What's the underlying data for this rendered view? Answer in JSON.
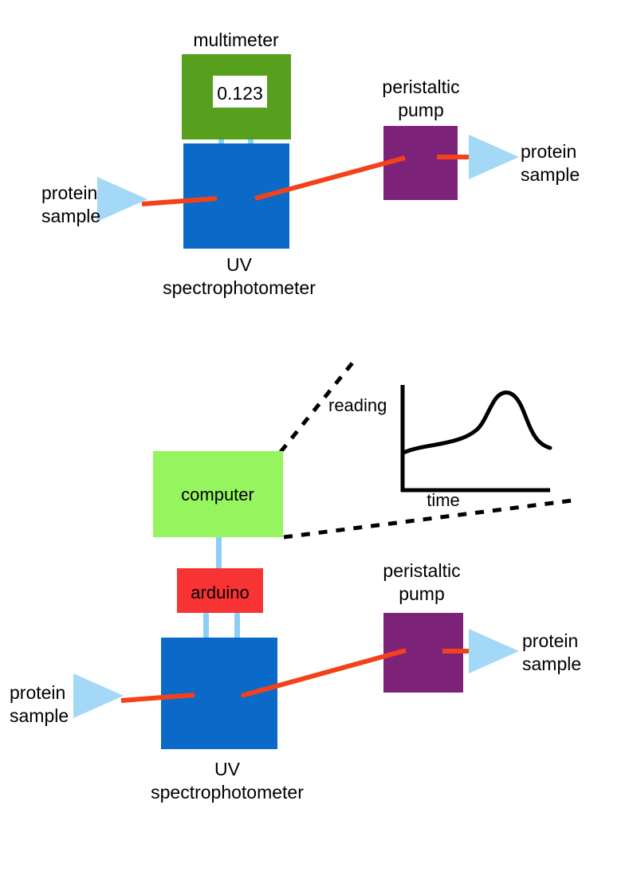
{
  "figure": {
    "title": "",
    "background_color": "#ffffff"
  },
  "colors": {
    "multimeter": "#56A01E",
    "spectrophotometer": "#0B6AC8",
    "peristaltic_pump": "#7C2379",
    "computer": "#96F55E",
    "arduino": "#F83333",
    "wire": "#8CCEF5",
    "tubing": "#F4411A",
    "arrow": "#A3D8F7",
    "curve": "#000000",
    "axis": "#000000",
    "callout": "#000000",
    "text": "#000000",
    "display_background": "#ffffff"
  },
  "panel_top": {
    "multimeter": {
      "label": "multimeter",
      "display_value": "0.123"
    },
    "spectrophotometer": {
      "label_line1": "UV",
      "label_line2": "spectrophotometer"
    },
    "peristaltic_pump": {
      "label_line1": "peristaltic",
      "label_line2": "pump"
    },
    "inlet": {
      "label_line1": "protein",
      "label_line2": "sample"
    },
    "outlet": {
      "label_line1": "protein",
      "label_line2": "sample"
    }
  },
  "panel_bottom": {
    "computer": {
      "label": "computer"
    },
    "arduino": {
      "label": "arduino"
    },
    "spectrophotometer": {
      "label_line1": "UV",
      "label_line2": "spectrophotometer"
    },
    "peristaltic_pump": {
      "label_line1": "peristaltic",
      "label_line2": "pump"
    },
    "inlet": {
      "label_line1": "protein",
      "label_line2": "sample"
    },
    "outlet": {
      "label_line1": "protein",
      "label_line2": "sample"
    }
  },
  "chart_data": {
    "type": "line",
    "title": "",
    "xlabel": "time",
    "ylabel": "reading",
    "grid": false,
    "legend": null,
    "axis_style": "L-shaped spine, no tick marks, no tick labels",
    "xlim": [
      0,
      10
    ],
    "ylim": [
      0,
      10
    ],
    "series": [
      {
        "name": "reading vs time",
        "x": [
          0.0,
          0.5,
          1.0,
          1.6,
          2.2,
          2.8,
          3.4,
          4.0,
          4.5,
          5.0,
          5.4,
          5.8,
          6.2,
          6.6,
          7.0,
          7.5,
          8.0,
          8.6,
          9.2,
          10.0
        ],
        "y": [
          2.2,
          2.7,
          2.95,
          3.1,
          3.25,
          3.35,
          3.5,
          3.9,
          4.8,
          6.3,
          7.5,
          8.2,
          8.35,
          8.0,
          7.0,
          5.4,
          4.1,
          3.35,
          3.1,
          3.05
        ]
      }
    ]
  }
}
